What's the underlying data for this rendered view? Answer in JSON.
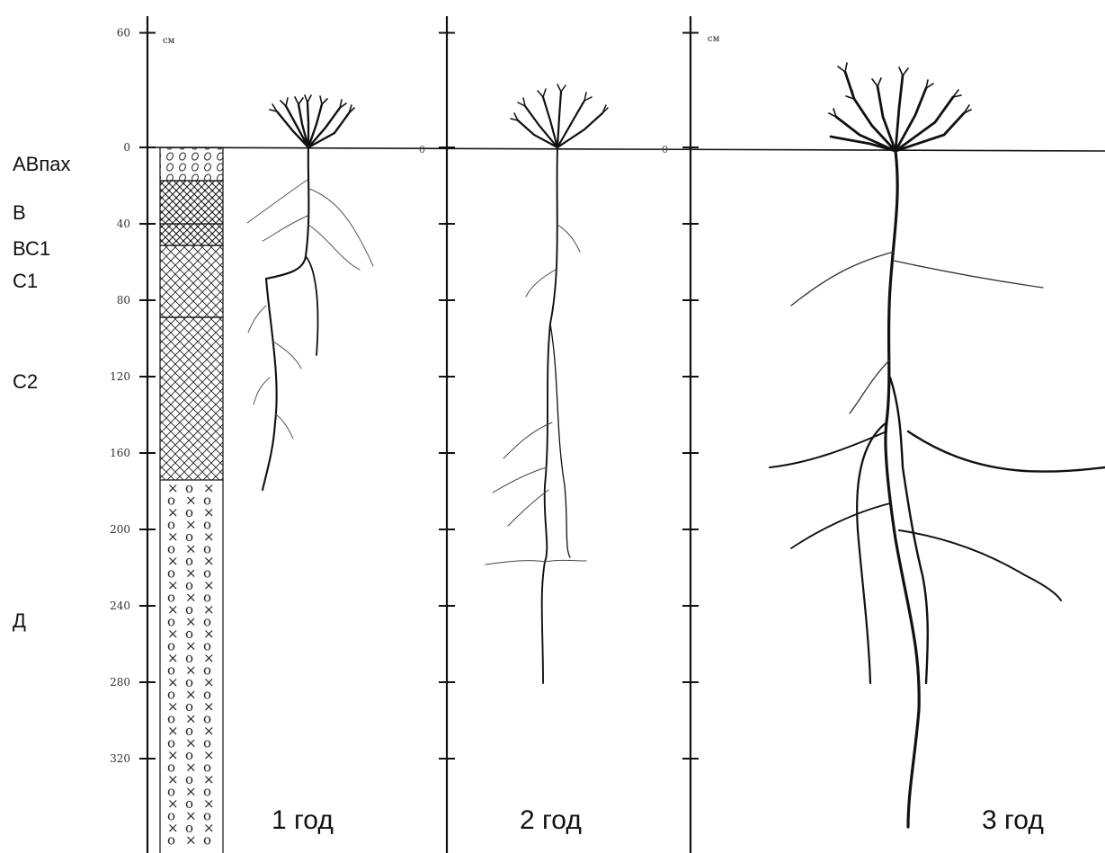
{
  "depth_axis": {
    "unit": "см",
    "ticks": [
      "60",
      "0",
      "40",
      "80",
      "120",
      "160",
      "200",
      "240",
      "280",
      "320"
    ]
  },
  "horizons": [
    {
      "label": "АВпах"
    },
    {
      "label": "В"
    },
    {
      "label": "ВС1"
    },
    {
      "label": "С1"
    },
    {
      "label": "С2"
    },
    {
      "label": "Д"
    }
  ],
  "panels": [
    {
      "year_label": "1 год"
    },
    {
      "year_label": "2 год"
    },
    {
      "year_label": "3 год"
    }
  ],
  "misc_marks": {
    "zero_mark_2": "0",
    "zero_mark_3": "0"
  },
  "colors": {
    "ink": "#111111",
    "paper": "#ffffff"
  }
}
